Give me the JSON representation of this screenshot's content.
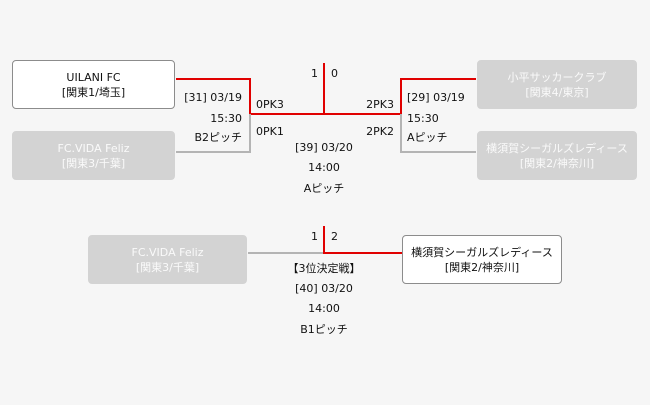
{
  "semifinals": {
    "left": {
      "team_top": {
        "name": "UILANI FC",
        "region": "[関東1/埼玉]"
      },
      "team_bottom": {
        "name": "FC.VIDA Feliz",
        "region": "[関東3/千葉]"
      },
      "match_no": "[31]",
      "date": "03/19",
      "time": "15:30",
      "venue": "B2ピッチ",
      "pk_top": "0PK3",
      "pk_bottom": "0PK1"
    },
    "right": {
      "team_top": {
        "name": "小平サッカークラブ",
        "region": "[関東4/東京]"
      },
      "team_bottom": {
        "name": "横須賀シーガルズレディース",
        "region": "[関東2/神奈川]"
      },
      "match_no": "[29]",
      "date": "03/19",
      "time": "15:30",
      "venue": "Aピッチ",
      "pk_top": "2PK3",
      "pk_bottom": "2PK2"
    }
  },
  "final": {
    "score_left": "1",
    "score_right": "0",
    "match_no": "[39]",
    "date": "03/20",
    "time": "14:00",
    "venue": "Aピッチ"
  },
  "third_place": {
    "label": "【3位決定戦】",
    "team_left": {
      "name": "FC.VIDA Feliz",
      "region": "[関東3/千葉]"
    },
    "team_right": {
      "name": "横須賀シーガルズレディース",
      "region": "[関東2/神奈川]"
    },
    "score_left": "1",
    "score_right": "2",
    "match_no": "[40]",
    "date": "03/20",
    "time": "14:00",
    "venue": "B1ピッチ"
  },
  "colors": {
    "winner_line": "#e00000",
    "loser_line": "#b4b4b4",
    "winner_box": "#ffffff",
    "loser_box": "#d3d3d3"
  }
}
